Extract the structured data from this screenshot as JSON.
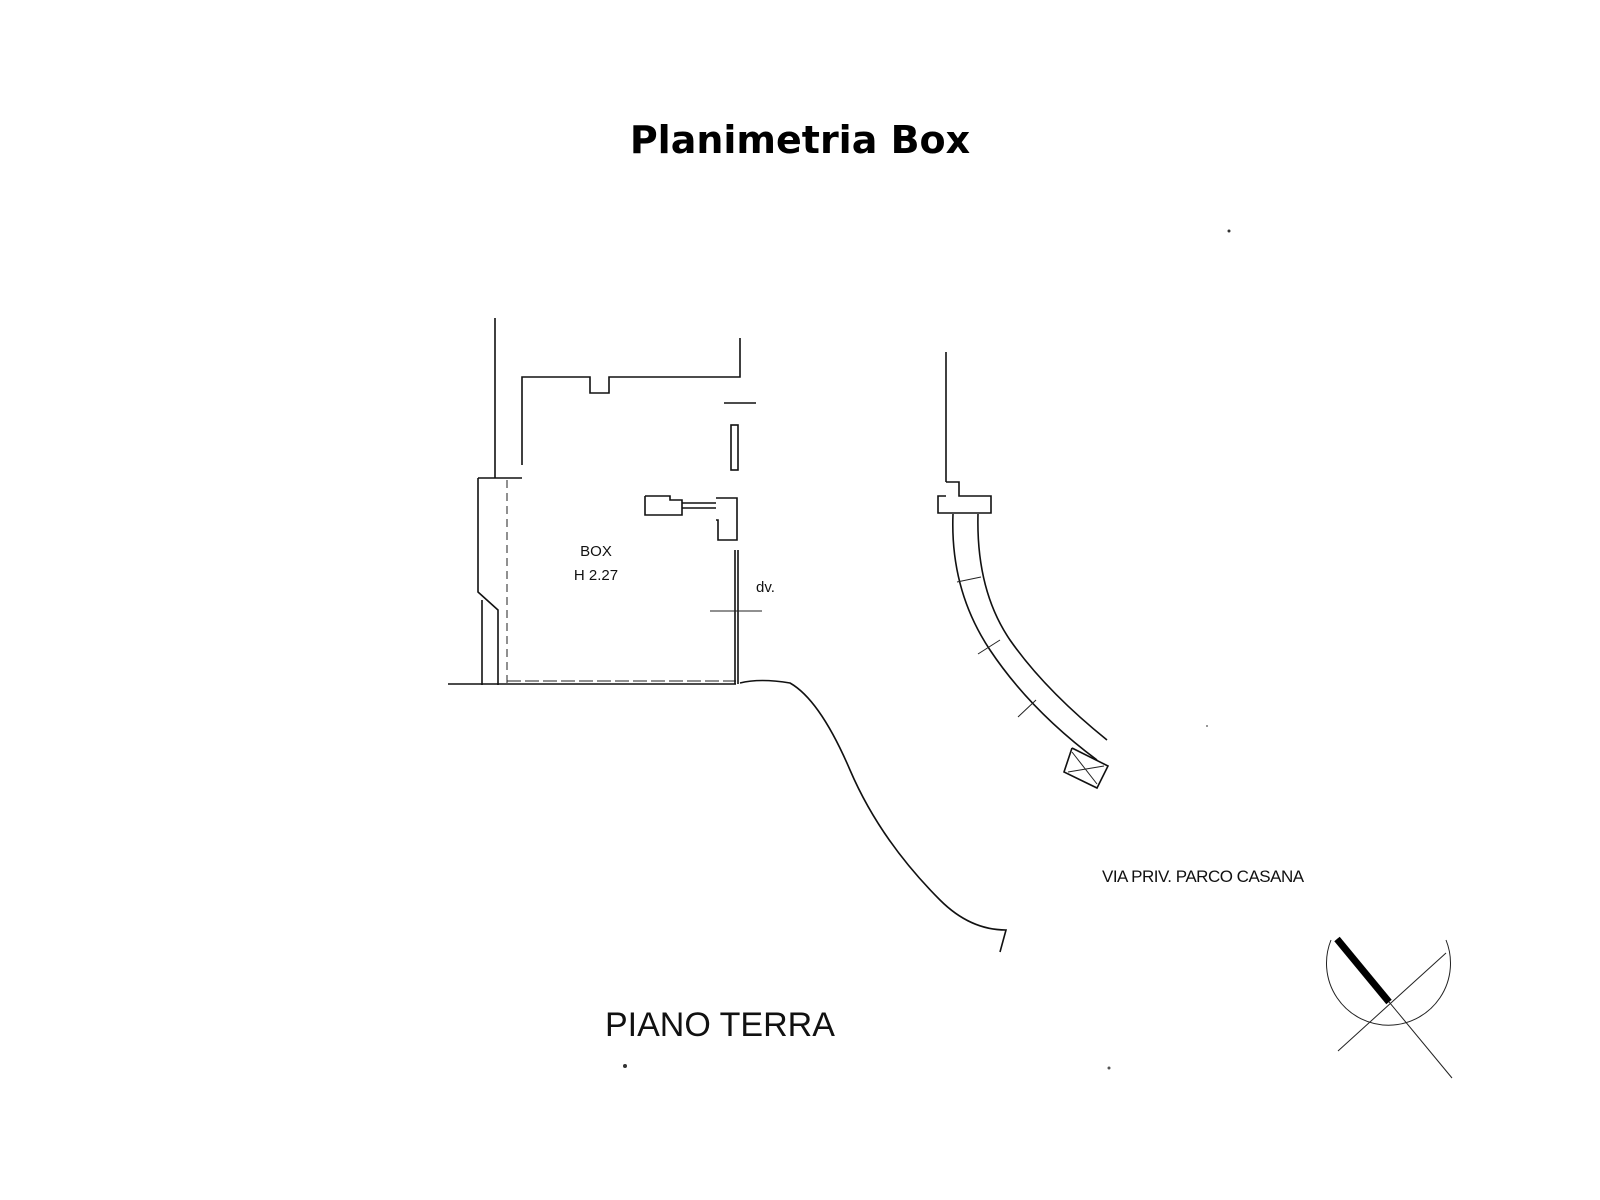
{
  "title": "Planimetria Box",
  "plan": {
    "room_name": "BOX",
    "room_height": "H 2.27",
    "note": "dv.",
    "street": "VIA PRIV. PARCO CASANA",
    "floor": "PIANO TERRA"
  },
  "icons": {
    "compass": "north-arrow-icon"
  }
}
